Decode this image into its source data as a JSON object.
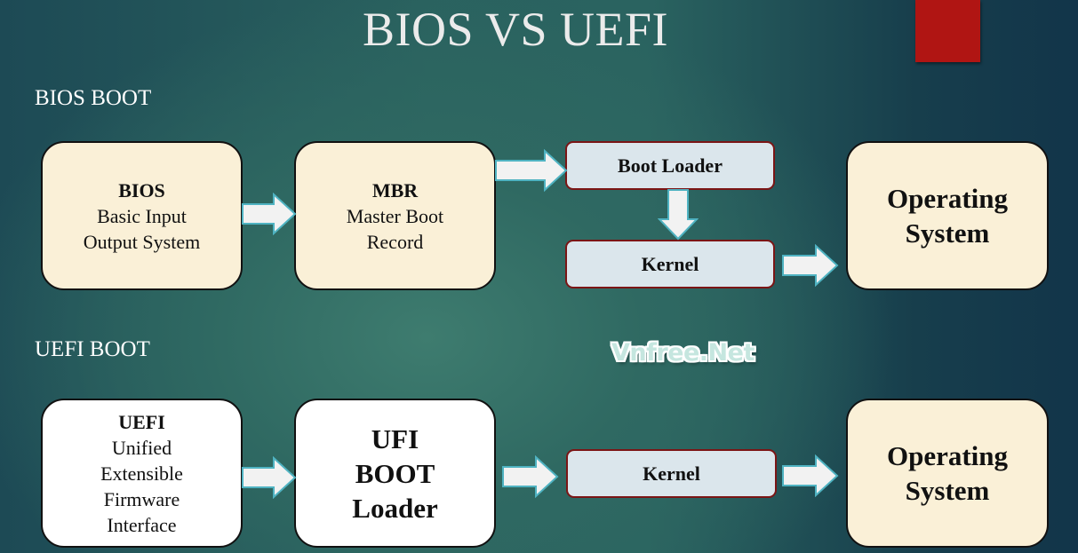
{
  "slide": {
    "title": "BIOS VS UEFI",
    "accent_color": "#b01513",
    "watermark": "Vnfree.Net"
  },
  "bios_boot": {
    "label": "BIOS BOOT",
    "bios_box": {
      "title": "BIOS",
      "lines": [
        "Basic Input",
        "Output System"
      ]
    },
    "mbr_box": {
      "title": "MBR",
      "lines": [
        "Master Boot",
        "Record"
      ]
    },
    "boot_loader": "Boot Loader",
    "kernel": "Kernel",
    "os_box": {
      "lines": [
        "Operating",
        "System"
      ]
    }
  },
  "uefi_boot": {
    "label": "UEFI BOOT",
    "uefi_box": {
      "title": "UEFI",
      "lines": [
        "Unified",
        "Extensible",
        "Firmware",
        "Interface"
      ]
    },
    "loader_box": {
      "lines": [
        "UFI",
        "BOOT",
        "Loader"
      ]
    },
    "kernel": "Kernel",
    "os_box": {
      "lines": [
        "Operating",
        "System"
      ]
    }
  },
  "colors": {
    "cream_box": "#faf0d7",
    "white_box": "#ffffff",
    "small_box": "#dbe6ec",
    "small_box_border": "#7b1515",
    "arrow_fill": "#f2f2f2",
    "arrow_stroke": "#4fb3c2"
  }
}
